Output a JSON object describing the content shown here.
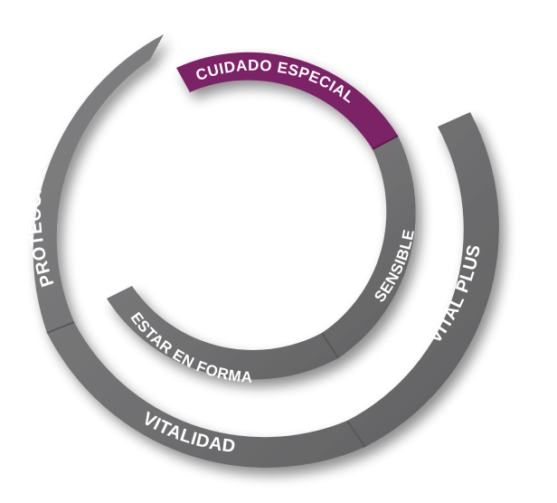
{
  "segments": {
    "proteccion_inicial": {
      "label": "PROTECCIÓN INICIAL",
      "color": "#6f6f71"
    },
    "cuidado_especial": {
      "label": "CUIDADO ESPECIAL",
      "color": "#7b2266"
    },
    "sensible": {
      "label": "SENSIBLE",
      "color": "#6f6f71"
    },
    "estar_en_forma": {
      "label": "ESTAR EN FORMA",
      "color": "#6f6f71"
    },
    "vitalidad": {
      "label": "VITALIDAD",
      "color": "#6f6f71"
    },
    "vital_plus": {
      "label": "VITAL PLUS",
      "color": "#6f6f71"
    }
  }
}
